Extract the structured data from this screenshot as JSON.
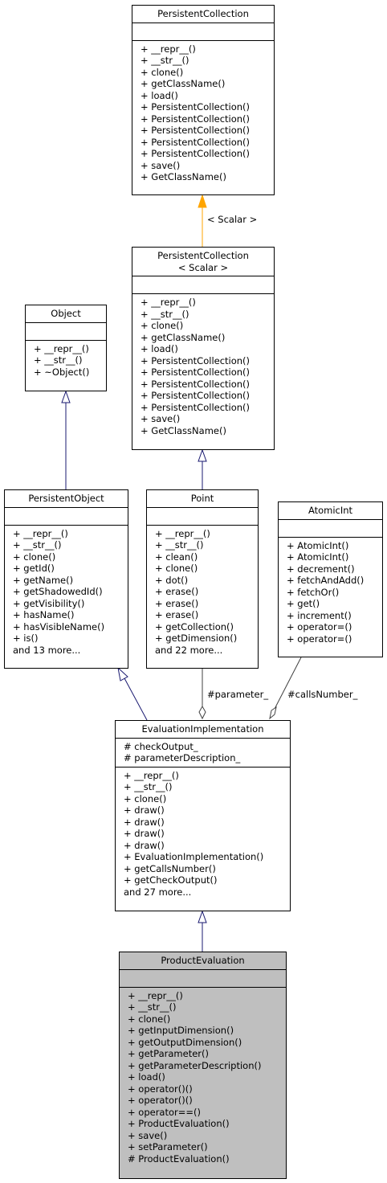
{
  "classes": {
    "pc": {
      "title": [
        "PersistentCollection"
      ],
      "attributes": [],
      "methods": [
        "+ __repr__()",
        "+ __str__()",
        "+ clone()",
        "+ getClassName()",
        "+ load()",
        "+ PersistentCollection()",
        "+ PersistentCollection()",
        "+ PersistentCollection()",
        "+ PersistentCollection()",
        "+ PersistentCollection()",
        "+ save()",
        "+ GetClassName()"
      ]
    },
    "pcs": {
      "title": [
        "PersistentCollection",
        "< Scalar >"
      ],
      "attributes": [],
      "methods": [
        "+ __repr__()",
        "+ __str__()",
        "+ clone()",
        "+ getClassName()",
        "+ load()",
        "+ PersistentCollection()",
        "+ PersistentCollection()",
        "+ PersistentCollection()",
        "+ PersistentCollection()",
        "+ PersistentCollection()",
        "+ save()",
        "+ GetClassName()"
      ]
    },
    "object": {
      "title": [
        "Object"
      ],
      "attributes": [],
      "methods": [
        "+ __repr__()",
        "+ __str__()",
        "+ ~Object()"
      ]
    },
    "po": {
      "title": [
        "PersistentObject"
      ],
      "attributes": [],
      "methods": [
        "+ __repr__()",
        "+ __str__()",
        "+ clone()",
        "+ getId()",
        "+ getName()",
        "+ getShadowedId()",
        "+ getVisibility()",
        "+ hasName()",
        "+ hasVisibleName()",
        "+ is()",
        "and 13 more..."
      ]
    },
    "point": {
      "title": [
        "Point"
      ],
      "attributes": [],
      "methods": [
        "+ __repr__()",
        "+ __str__()",
        "+ clean()",
        "+ clone()",
        "+ dot()",
        "+ erase()",
        "+ erase()",
        "+ erase()",
        "+ getCollection()",
        "+ getDimension()",
        "and 22 more..."
      ]
    },
    "ai": {
      "title": [
        "AtomicInt"
      ],
      "attributes": [],
      "methods": [
        "+ AtomicInt()",
        "+ AtomicInt()",
        "+ decrement()",
        "+ fetchAndAdd()",
        "+ fetchOr()",
        "+ get()",
        "+ increment()",
        "+ operator=()",
        "+ operator=()"
      ]
    },
    "ei": {
      "title": [
        "EvaluationImplementation"
      ],
      "attributes": [
        "# checkOutput_",
        "# parameterDescription_"
      ],
      "methods": [
        "+ __repr__()",
        "+ __str__()",
        "+ clone()",
        "+ draw()",
        "+ draw()",
        "+ draw()",
        "+ draw()",
        "+ EvaluationImplementation()",
        "+ getCallsNumber()",
        "+ getCheckOutput()",
        "and 27 more..."
      ]
    },
    "pe": {
      "title": [
        "ProductEvaluation"
      ],
      "attributes": [],
      "methods": [
        "+ __repr__()",
        "+ __str__()",
        "+ clone()",
        "+ getInputDimension()",
        "+ getOutputDimension()",
        "+ getParameter()",
        "+ getParameterDescription()",
        "+ load()",
        "+ operator()()",
        "+ operator()()",
        "+ operator==()",
        "+ ProductEvaluation()",
        "+ save()",
        "+ setParameter()",
        "# ProductEvaluation()"
      ]
    }
  },
  "edges": {
    "template_label": "< Scalar >",
    "parameter_label": "#parameter_",
    "calls_label": "#callsNumber_"
  },
  "colors": {
    "template_arrow": "#ffa500",
    "inheritance_arrow": "#191970",
    "association": "#404040",
    "highlight_fill": "#bfbfbf"
  }
}
